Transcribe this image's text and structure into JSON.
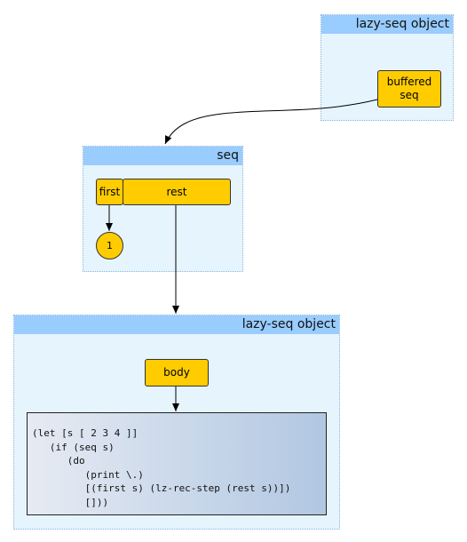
{
  "top_panel": {
    "title": "lazy-seq object",
    "node_label": "buffered\nseq"
  },
  "seq_panel": {
    "title": "seq",
    "first_label": "first",
    "rest_label": "rest",
    "value_label": "1"
  },
  "bottom_panel": {
    "title": "lazy-seq object",
    "body_label": "body",
    "code": "(let [s [ 2 3 4 ]]\n   (if (seq s)\n      (do\n         (print \\.)\n         [(first s) (lz-rec-step (rest s))])\n         []))"
  },
  "colors": {
    "panel_fill": "#e6f4fe",
    "header_fill": "#99ccff",
    "node_fill": "#ffcc00",
    "edge": "#000000"
  }
}
